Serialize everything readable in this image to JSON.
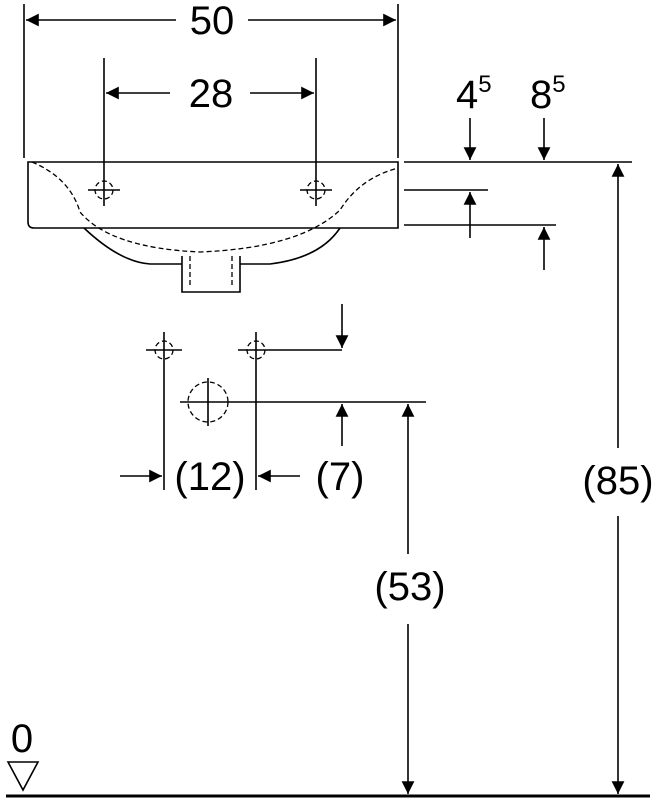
{
  "dimensions": {
    "overall_width": "50",
    "tap_hole_spacing": "28",
    "rim_dim_a": "4",
    "rim_dim_a_sup": "5",
    "rim_dim_b": "8",
    "rim_dim_b_sup": "5",
    "supply_spacing": "(12)",
    "waste_offset": "(7)",
    "waste_height": "(53)",
    "rim_height": "(85)",
    "floor_level": "0"
  }
}
